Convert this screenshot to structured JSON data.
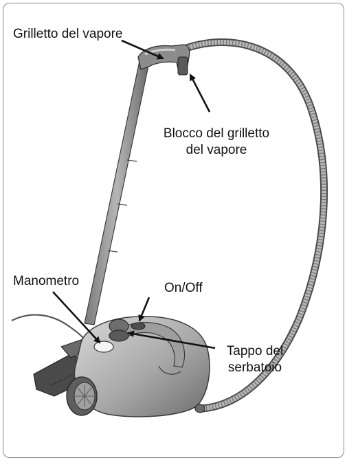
{
  "labels": {
    "steam_trigger": "Grilletto del vapore",
    "trigger_lock_line1": "Blocco del grilletto",
    "trigger_lock_line2": "del vapore",
    "pressure_gauge": "Manometro",
    "power_switch": "On/Off",
    "tank_cap_line1": "Tappo del",
    "tank_cap_line2": "serbatoio"
  },
  "colors": {
    "body_light": "#c8c8c8",
    "body_mid": "#9a9a9a",
    "body_dark": "#5e5e5e",
    "outline": "#3a3a3a",
    "arrow": "#111111",
    "frame": "#8a8a8a"
  }
}
